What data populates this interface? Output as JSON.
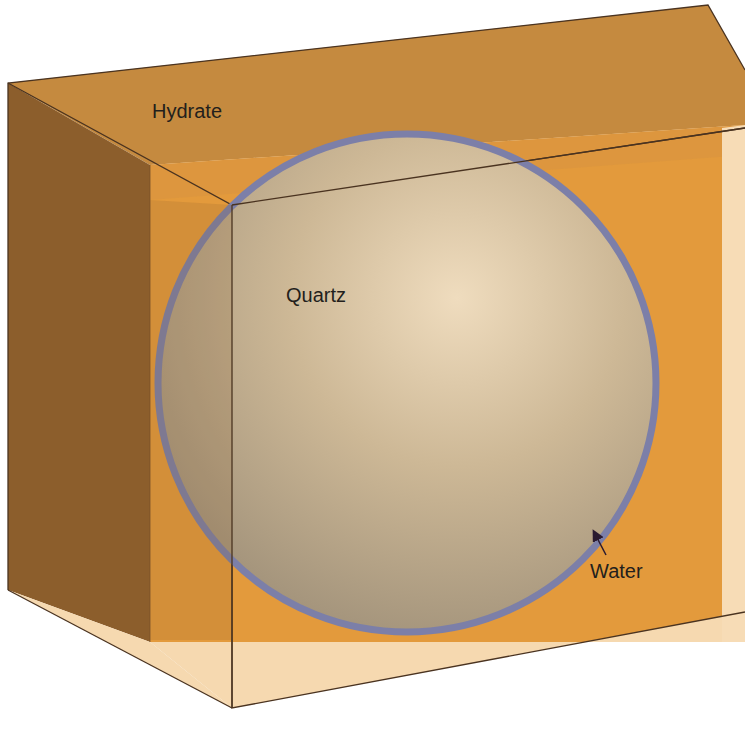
{
  "diagram": {
    "labels": [
      "Hydrate",
      "Quartz",
      "Water"
    ]
  }
}
